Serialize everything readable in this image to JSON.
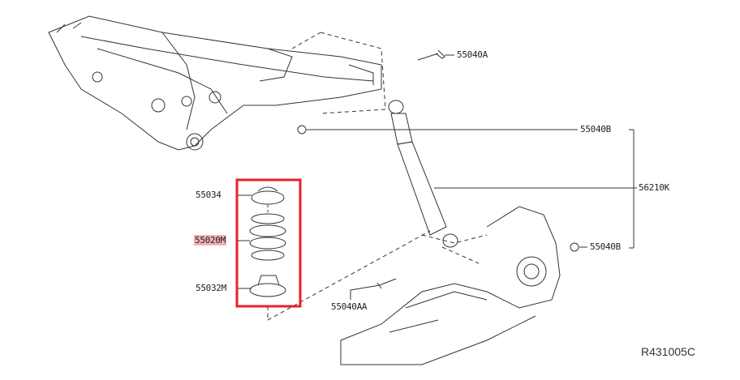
{
  "callouts": [
    {
      "id": "55040A",
      "label": "55040A"
    },
    {
      "id": "55040B-top",
      "label": "55040B"
    },
    {
      "id": "56210K",
      "label": "56210K"
    },
    {
      "id": "55040B-bottom",
      "label": "55040B"
    },
    {
      "id": "55034",
      "label": "55034"
    },
    {
      "id": "55020M",
      "label": "55020M",
      "highlighted": true
    },
    {
      "id": "55032M",
      "label": "55032M"
    },
    {
      "id": "55040AA",
      "label": "55040AA"
    }
  ],
  "diagram_code": "R431005C",
  "colors": {
    "highlight_box": "#e8202a",
    "highlight_label": "#f4b3b3",
    "line": "#222222"
  }
}
